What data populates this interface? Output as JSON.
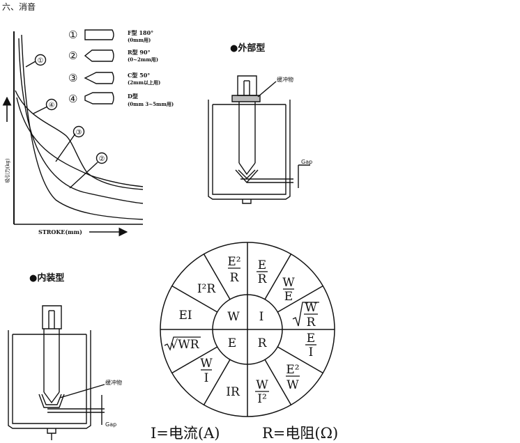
{
  "heading": "六、消音",
  "force_stroke": {
    "y_axis_label": "吸引力(kg)",
    "x_axis_label": "STROKE(mm)",
    "curve_markers": [
      "①",
      "②",
      "③",
      "④"
    ],
    "plunger_types": [
      {
        "marker": "①",
        "type": "F型 180°",
        "range": "(0mm用)"
      },
      {
        "marker": "②",
        "type": "R型 90°",
        "range": "(0~2mm用)"
      },
      {
        "marker": "③",
        "type": "C型 50°",
        "range": "(2mm以上用)"
      },
      {
        "marker": "④",
        "type": "D型",
        "range": "(0mm 3~5mm用)"
      }
    ]
  },
  "external": {
    "title": "●外部型",
    "cushion_label": "缓冲物",
    "gap_label": "Gap"
  },
  "internal": {
    "title": "●内装型",
    "cushion_label": "缓冲物",
    "gap_label": "Gap"
  },
  "ohm_wheel": {
    "center": {
      "top_left": "W",
      "top_right": "I",
      "bottom_left": "E",
      "bottom_right": "R"
    },
    "outer_w": {
      "a": "I²R",
      "b": "EI",
      "c": "√WR"
    },
    "outer_i": {
      "a_num": "E",
      "a_den": "R",
      "b_num": "W",
      "b_den": "E",
      "c_num": "W",
      "c_den": "R"
    },
    "outer_r": {
      "a_num": "E",
      "a_den": "I",
      "b_num": "E²",
      "b_den": "W",
      "c_num": "W",
      "c_den": "I²"
    },
    "outer_e": {
      "a_num": "W",
      "a_den": "I",
      "b": "IR",
      "c_num": "E²",
      "c_den": "R"
    }
  },
  "formula": {
    "current": "I=电流(A)",
    "resistance": "R=电阻(Ω)"
  }
}
